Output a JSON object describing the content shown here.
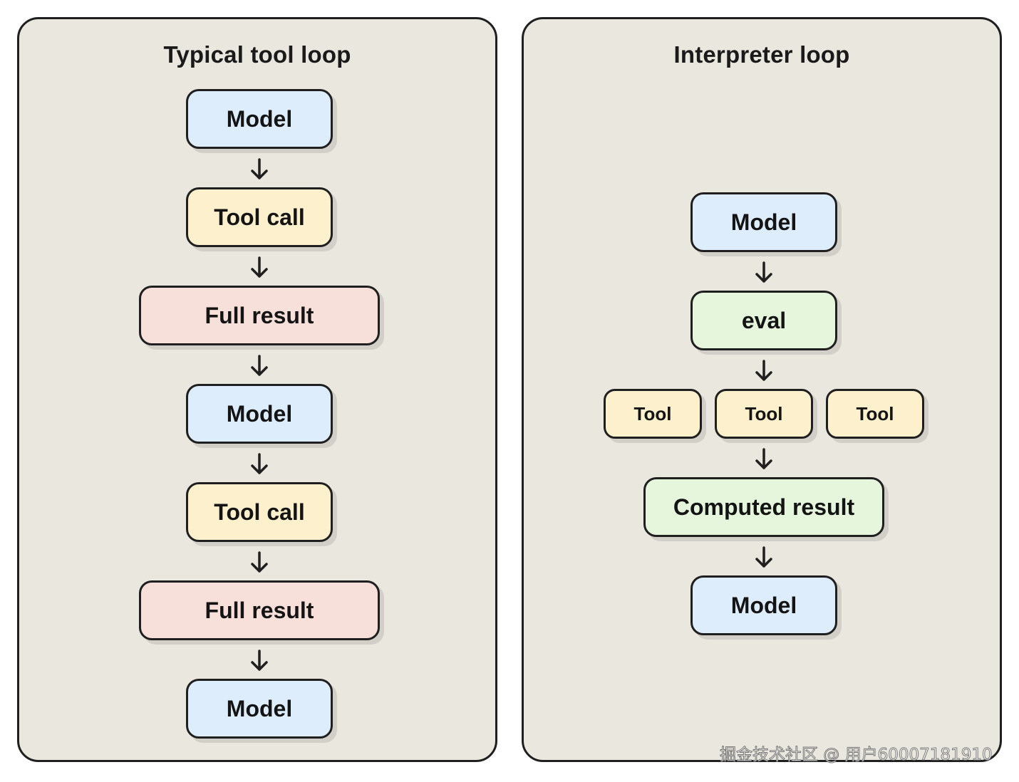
{
  "left_panel": {
    "title": "Typical tool loop",
    "nodes": [
      "Model",
      "Tool call",
      "Full result",
      "Model",
      "Tool call",
      "Full result",
      "Model"
    ]
  },
  "right_panel": {
    "title": "Interpreter loop",
    "nodes": {
      "model_top": "Model",
      "eval": "eval",
      "tools": [
        "Tool",
        "Tool",
        "Tool"
      ],
      "computed_result": "Computed result",
      "model_bottom": "Model"
    }
  },
  "watermark": "掘金技术社区 @ 用户60007181910",
  "colors": {
    "model": "#deedfc",
    "tool": "#fcf1cc",
    "result": "#f8e0da",
    "eval": "#e5f6dd",
    "panel": "#eae7df",
    "stroke": "#1f1f1f"
  }
}
